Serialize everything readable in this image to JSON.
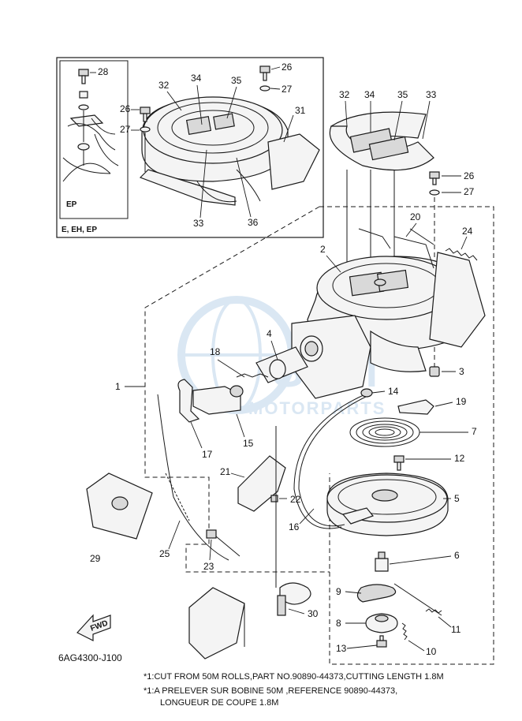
{
  "callouts": {
    "c1": "1",
    "c2": "2",
    "c3": "3",
    "c4": "4",
    "c5": "5",
    "c6": "6",
    "c7": "7",
    "c8": "8",
    "c9": "9",
    "c10": "10",
    "c11": "11",
    "c12": "12",
    "c13": "13",
    "c14": "14",
    "c15": "15",
    "c16": "16",
    "c17": "17",
    "c18": "18",
    "c19": "19",
    "c20": "20",
    "c21": "21",
    "c22": "22",
    "c23": "23",
    "c24": "24",
    "c25": "25",
    "c26": "26",
    "c27": "27",
    "c28": "28",
    "c29": "29",
    "c30": "30",
    "c31": "31",
    "c32": "32",
    "c33": "33",
    "c34": "34",
    "c35": "35",
    "c36": "36"
  },
  "inset": {
    "callouts": {
      "i26": "26",
      "i27": "27",
      "i28": "28",
      "i31": "31",
      "i32": "32",
      "i33": "33",
      "i34": "34",
      "i35": "35",
      "i36": "36",
      "i26b": "26",
      "i27b": "27"
    },
    "label_ep": "EP",
    "label_models": "E, EH, EP"
  },
  "fwd_label": "FWD",
  "diagram_code": "6AG4300-J100",
  "watermark": {
    "brand": "MOTORPARTS"
  },
  "notes": {
    "line1": "*1:CUT FROM 50M ROLLS,PART NO.90890-44373,CUTTING LENGTH 1.8M",
    "line2": "*1:A PRELEVER SUR BOBINE 50M ,REFERENCE 90890-44373,",
    "line3": "LONGUEUR DE COUPE 1.8M"
  },
  "colors": {
    "line": "#1a1a1a",
    "watermark": "#bcd4ea",
    "background": "#ffffff"
  }
}
